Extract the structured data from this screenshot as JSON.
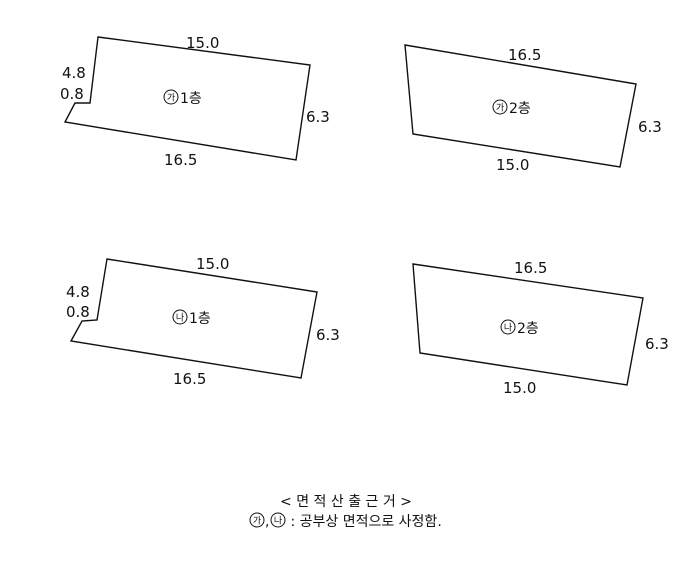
{
  "floors": [
    {
      "mark": "가",
      "floor_text": "1층",
      "dims": {
        "top": "15.0",
        "left_upper": "4.8",
        "left_lower": "0.8",
        "right": "6.3",
        "bottom": "16.5"
      }
    },
    {
      "mark": "가",
      "floor_text": "2층",
      "dims": {
        "top": "16.5",
        "right": "6.3",
        "bottom": "15.0"
      }
    },
    {
      "mark": "나",
      "floor_text": "1층",
      "dims": {
        "top": "15.0",
        "left_upper": "4.8",
        "left_lower": "0.8",
        "right": "6.3",
        "bottom": "16.5"
      }
    },
    {
      "mark": "나",
      "floor_text": "2층",
      "dims": {
        "top": "16.5",
        "right": "6.3",
        "bottom": "15.0"
      }
    }
  ],
  "footer": {
    "heading": "< 면 적 산 출 근 거 >",
    "note_mark_a": "가",
    "note_sep": ",",
    "note_mark_b": "나",
    "note_text": " : 공부상 면적으로 사정함."
  }
}
